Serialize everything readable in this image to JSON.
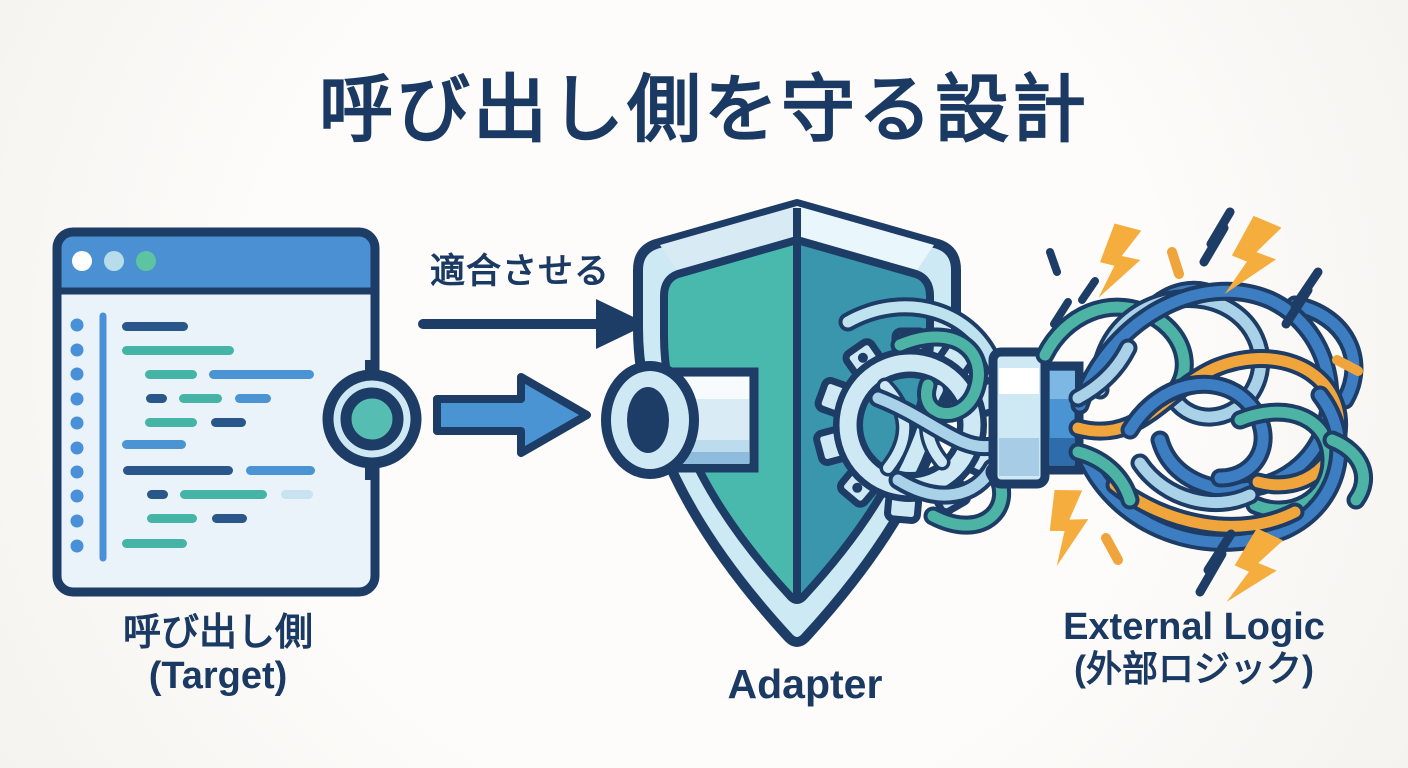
{
  "title": "呼び出し側を守る設計",
  "caller": {
    "label_ja": "呼び出し側",
    "label_en": "(Target)"
  },
  "adapt_arrow": {
    "label": "適合させる"
  },
  "adapter": {
    "label": "Adapter"
  },
  "external": {
    "label_en": "External Logic",
    "label_ja": "(外部ロジック)"
  },
  "icons": [
    "browser-window-icon",
    "window-control-dots",
    "code-lines",
    "connector-port-icon",
    "thin-arrow-icon",
    "block-arrow-icon",
    "shield-icon",
    "gear-icon",
    "pipe-socket-icon",
    "coupling-icon",
    "tangled-wires-icon",
    "lightning-bolt-icon",
    "spark-icon"
  ],
  "colors": {
    "background": "#fdfcfa",
    "navy_outline": "#1d3c66",
    "text_navy": "#1b3a63",
    "window_bar_blue": "#4b90d2",
    "window_body": "#eaf3f9",
    "dot_white": "#ffffff",
    "dot_lightblue": "#b9dcea",
    "dot_teal": "#5cc4a0",
    "gutter_blue": "#4a90d8",
    "code_navy": "#2a578a",
    "code_teal": "#45b4a6",
    "code_blue": "#4a94d4",
    "code_lightblue": "#c8e2f2",
    "port_teal": "#56bdb2",
    "arrow_blue": "#4a94d4",
    "shield_bevel": "#cde9f4",
    "shield_left_teal": "#49b9ad",
    "shield_right_blue": "#3a96ad",
    "gear_lightblue": "#cfe9f4",
    "wire_blue": "#3d7ec2",
    "wire_lightblue": "#a9d2e8",
    "wire_teal": "#4db3a4",
    "wire_orange": "#f0a43c",
    "bolt_orange": "#f5ad3d"
  }
}
